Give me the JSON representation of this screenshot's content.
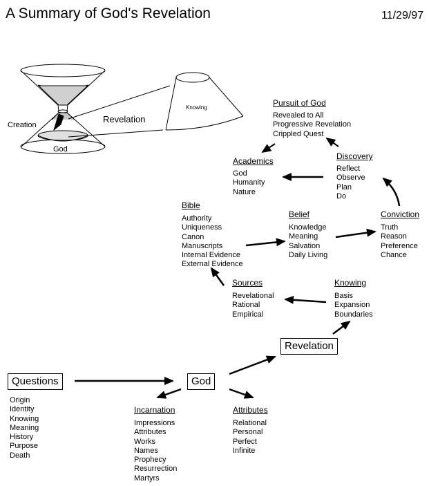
{
  "title": "A Summary of God's Revelation",
  "date": "11/29/97",
  "hourglass": {
    "creation_label": "Creation",
    "god_label": "God",
    "revelation_label": "Revelation",
    "knowing_label": "Knowing"
  },
  "nodes": {
    "pursuit": {
      "heading_part1": "Pursuit",
      "heading_part2": "of",
      "heading_part3": "God",
      "items": [
        "Revealed to All",
        "Progressive Revelation",
        "Crippled Quest"
      ]
    },
    "academics": {
      "heading": "Academics",
      "items": [
        "God",
        "Humanity",
        "Nature"
      ]
    },
    "discovery": {
      "heading": "Discovery",
      "items": [
        "Reflect",
        "Observe",
        "Plan",
        "Do"
      ]
    },
    "bible": {
      "heading": "Bible",
      "items": [
        "Authority",
        "Uniqueness",
        "Canon",
        "Manuscripts",
        "Internal Evidence",
        "External Evidence"
      ]
    },
    "belief": {
      "heading": "Belief",
      "items": [
        "Knowledge",
        "Meaning",
        "Salvation",
        "Daily Living"
      ]
    },
    "conviction": {
      "heading": "Conviction",
      "items": [
        "Truth",
        "Reason",
        "Preference",
        "Chance"
      ]
    },
    "sources": {
      "heading": "Sources",
      "items": [
        "Revelational",
        "Rational",
        "Empirical"
      ]
    },
    "knowing": {
      "heading": "Knowing",
      "items": [
        "Basis",
        "Expansion",
        "Boundaries"
      ]
    },
    "revelation_box": "Revelation",
    "questions": {
      "box": "Questions",
      "items": [
        "Origin",
        "Identity",
        "Knowing",
        "Meaning",
        "History",
        "Purpose",
        "Death"
      ]
    },
    "god_box": "God",
    "incarnation": {
      "heading": "Incarnation",
      "items": [
        "Impressions",
        "Attributes",
        "Works",
        "Names",
        "Prophecy",
        "Resurrection",
        "Martyrs"
      ]
    },
    "attributes": {
      "heading": "Attributes",
      "items": [
        "Relational",
        "Personal",
        "Perfect",
        "Infinite"
      ]
    }
  }
}
